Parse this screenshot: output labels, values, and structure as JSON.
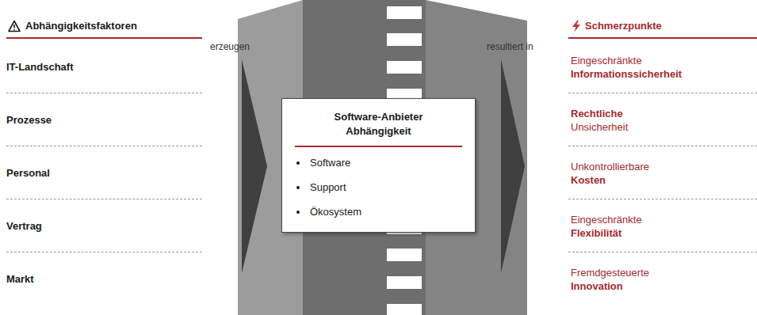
{
  "diagram": {
    "nodes": [
      {
        "text": [
          "Abhängigkeitsfaktoren"
        ]
      },
      {
        "text": [
          "IT-Landschaft"
        ],
        "in": 0
      },
      {
        "text": [
          "Prozesse"
        ],
        "in": 0
      },
      {
        "text": [
          "Personal"
        ],
        "in": 0
      },
      {
        "text": [
          "Vertrag"
        ],
        "in": 0
      },
      {
        "text": [
          "Markt"
        ],
        "in": 0
      },
      {
        "text": [
          "Software-Anbieter Abhängigkeit",
          "Software",
          "Support",
          "Ökosystem"
        ]
      },
      {
        "text": [
          "Schmerzpunkte"
        ]
      },
      {
        "text": [
          "Eingeschränkte",
          "Informationssicherheit"
        ],
        "in": 7
      },
      {
        "text": [
          "Rechtliche",
          "Unsicherheit"
        ],
        "in": 7
      },
      {
        "text": [
          "Unkontrollierbare",
          "Kosten"
        ],
        "in": 7
      },
      {
        "text": [
          "Eingeschränkte",
          "Flexibilität"
        ],
        "in": 7
      },
      {
        "text": [
          "Fremdgesteuerte",
          "Innovation"
        ],
        "in": 7
      }
    ],
    "edges": [
      {
        "from": 0,
        "to": 6,
        "arrow": "to",
        "label": "erzeugen"
      },
      {
        "from": 6,
        "to": 7,
        "arrow": "to",
        "label": "resultiert in"
      }
    ]
  }
}
